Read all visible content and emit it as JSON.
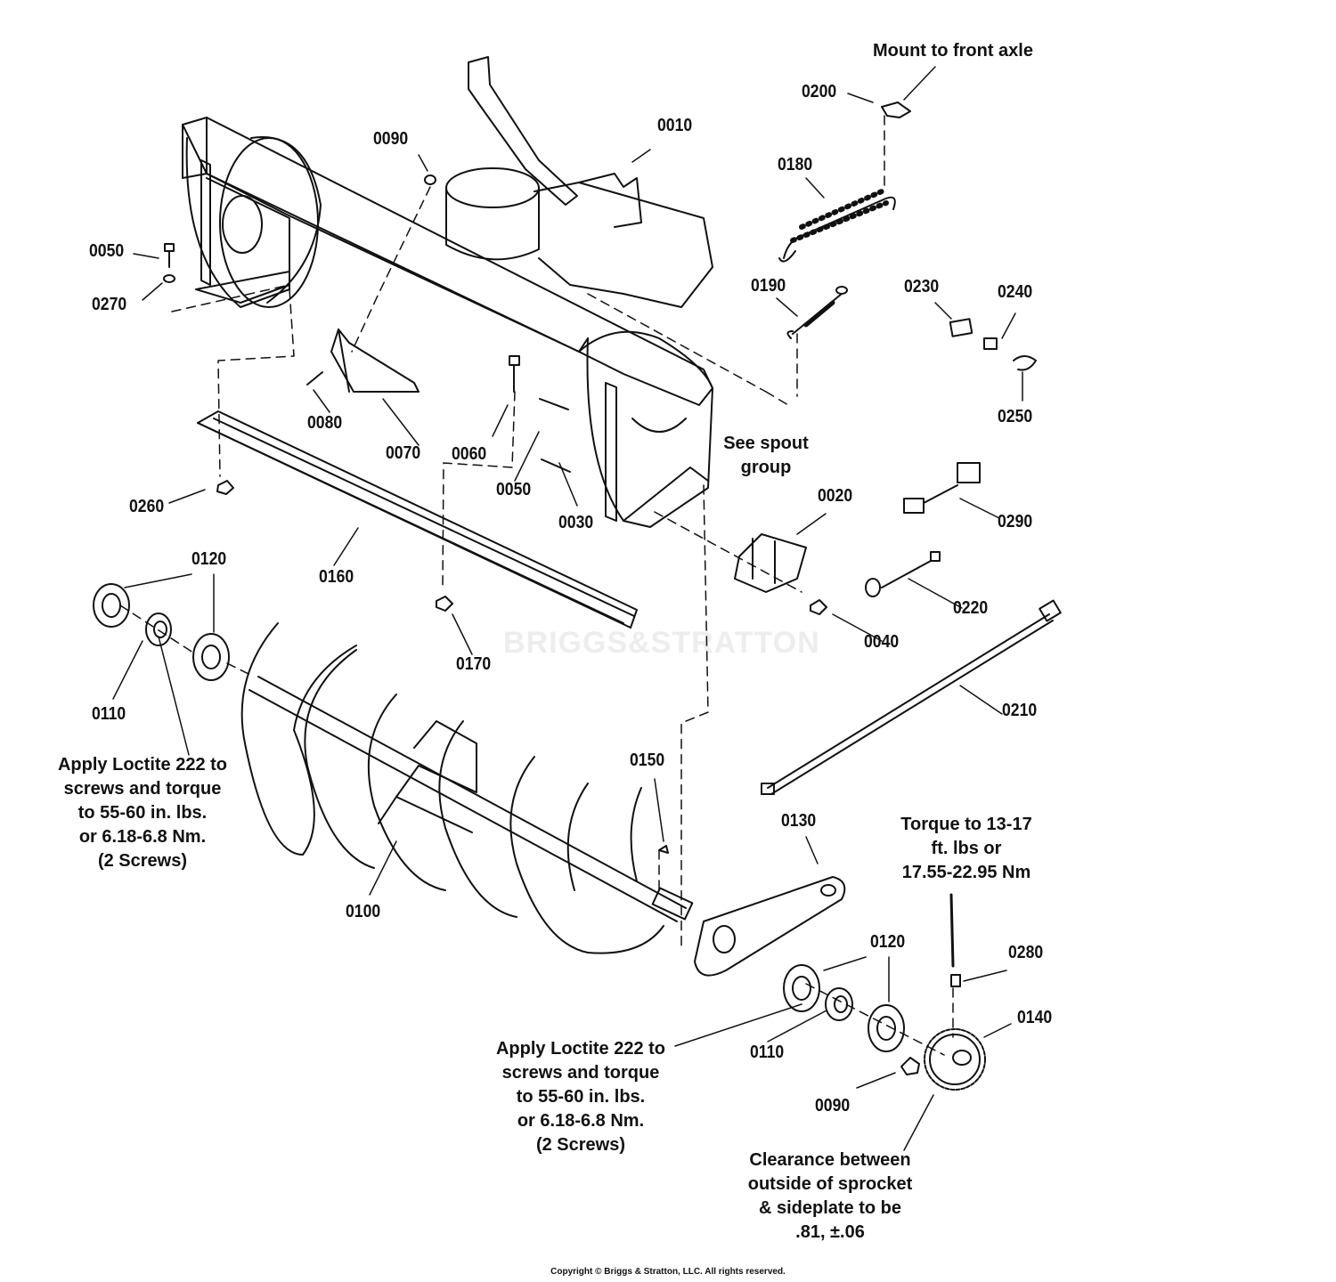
{
  "diagram": {
    "watermark": "BRIGGS&STRATTON",
    "copyright": "Copyright © Briggs & Stratton, LLC. All rights reserved.",
    "part_labels": {
      "p0010": "0010",
      "p0020": "0020",
      "p0030": "0030",
      "p0040": "0040",
      "p0050a": "0050",
      "p0050b": "0050",
      "p0060": "0060",
      "p0070": "0070",
      "p0080": "0080",
      "p0090a": "0090",
      "p0090b": "0090",
      "p0100": "0100",
      "p0110a": "0110",
      "p0110b": "0110",
      "p0120a": "0120",
      "p0120b": "0120",
      "p0130": "0130",
      "p0140": "0140",
      "p0150": "0150",
      "p0160": "0160",
      "p0170": "0170",
      "p0180": "0180",
      "p0190": "0190",
      "p0200": "0200",
      "p0210": "0210",
      "p0220": "0220",
      "p0230": "0230",
      "p0240": "0240",
      "p0250": "0250",
      "p0260": "0260",
      "p0270": "0270",
      "p0280": "0280",
      "p0290": "0290"
    },
    "notes": {
      "mount": [
        "Mount to front axle"
      ],
      "spout": [
        "See spout",
        "group"
      ],
      "loctite_left": [
        "Apply Loctite 222 to",
        "screws and torque",
        "to 55-60 in. lbs.",
        "or 6.18-6.8 Nm.",
        "(2 Screws)"
      ],
      "loctite_right": [
        "Apply Loctite 222 to",
        "screws and torque",
        "to 55-60 in. lbs.",
        "or 6.18-6.8 Nm.",
        "(2 Screws)"
      ],
      "torque": [
        "Torque to 13-17",
        "ft. lbs or",
        "17.55-22.95 Nm"
      ],
      "clearance": [
        "Clearance between",
        "outside of sprocket",
        "& sideplate to be",
        ".81, ±.06"
      ]
    }
  }
}
